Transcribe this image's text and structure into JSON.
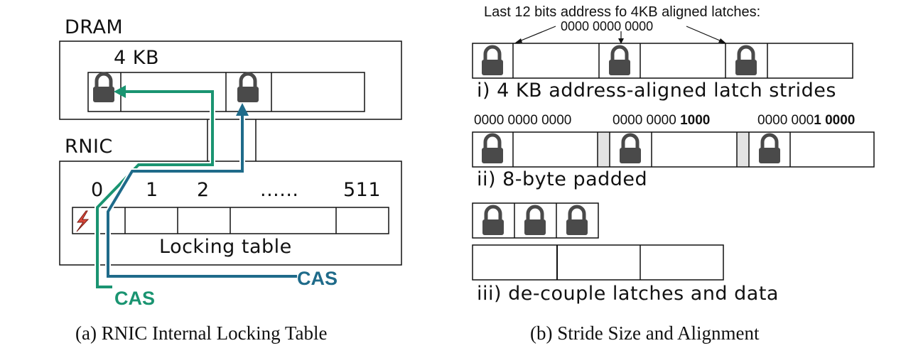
{
  "left": {
    "dram_label": "DRAM",
    "page_label": "4 KB",
    "rnic_label": "RNIC",
    "indices": [
      "0",
      "1",
      "2",
      "......",
      "511"
    ],
    "locking_table_label": "Locking table",
    "cas_green": "CAS",
    "cas_blue": "CAS",
    "caption": "(a)  RNIC Internal Locking Table",
    "colors": {
      "green": "#1a9471",
      "blue": "#1f6b8a",
      "red": "#d9493c"
    }
  },
  "right": {
    "header_line": "Last 12 bits address fo 4KB aligned latches:",
    "header_bits": "0000 0000 0000",
    "row1_label": "i) 4 KB address-aligned latch strides",
    "row2_addr1": "0000 0000 0000",
    "row2_addr2_normal": "0000 0000 ",
    "row2_addr2_bold": "1000",
    "row2_addr3_normal": "0000 000",
    "row2_addr3_bold": "1 0000",
    "row2_label": "ii) 8-byte padded",
    "row3_label": "iii) de-couple latches and data",
    "caption": "(b)  Stride Size and Alignment"
  }
}
